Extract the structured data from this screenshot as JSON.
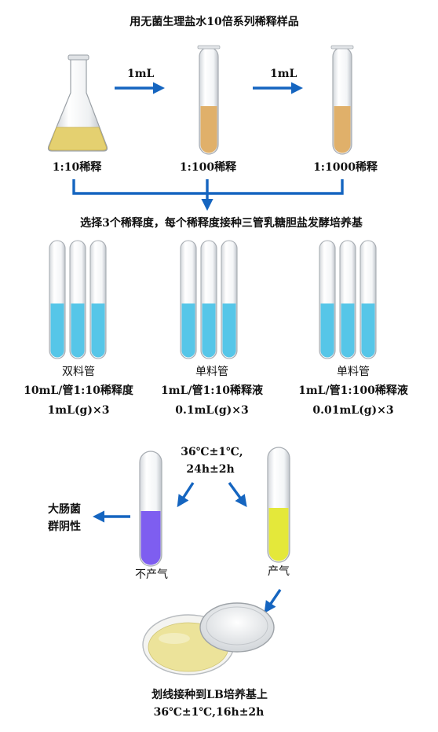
{
  "title": "用无菌生理盐水10倍系列稀释样品",
  "transfer_volumes": [
    "1mL",
    "1mL"
  ],
  "dilution_labels": [
    "1:10稀释",
    "1:100稀释",
    "1:1000稀释"
  ],
  "instruction": "选择3个稀释度，每个稀释度接种三管乳糖胆盐发酵培养基",
  "groups": [
    {
      "lines": [
        "双料管",
        "10mL/管1:10稀释度",
        "1mL(g)×3"
      ]
    },
    {
      "lines": [
        "单料管",
        "1mL/管1:10稀释液",
        "0.1mL(g)×3"
      ]
    },
    {
      "lines": [
        "单料管",
        "1mL/管1:100稀释液",
        "0.01mL(g)×3"
      ]
    }
  ],
  "incubation": [
    "36℃±1℃,",
    "24h±2h"
  ],
  "outcomes": {
    "no_gas": "不产气",
    "gas": "产气",
    "negative_lines": [
      "大肠菌",
      "群阴性"
    ]
  },
  "final_step": [
    "划线接种到LB培养基上",
    "36℃±1℃,16h±2h"
  ],
  "colors": {
    "arrow": "#1565c0",
    "diluent": "#e0b06a",
    "flask_liquid": "#e4d070",
    "broth": "#56c6e8",
    "no_gas_tube": "#7e5ef0",
    "gas_tube": "#e4e83a",
    "agar": "#ece39a"
  }
}
